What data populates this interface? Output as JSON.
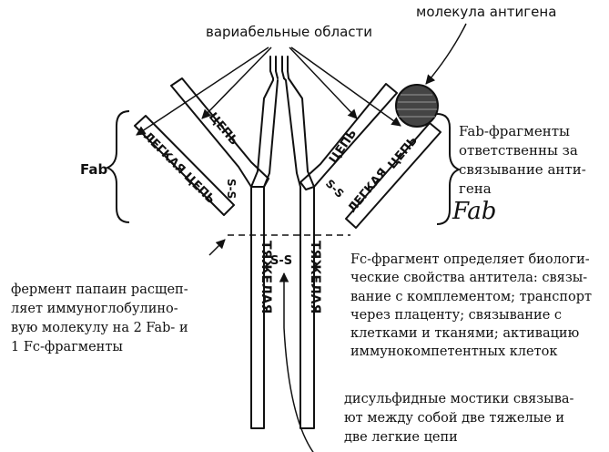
{
  "labels": {
    "variable_regions": "вариабельные области",
    "antigen_molecule": "молекула антигена",
    "fab_left": "Fab",
    "fab_right_hand": "Fab",
    "fab_desc": [
      "Fab-фрагменты",
      "ответственны за",
      "связывание анти-",
      "гена"
    ],
    "fc_desc": [
      "Fc-фрагмент определяет биологи-",
      "ческие свойства антитела: связы-",
      "вание с комплементом; транспорт",
      "через плаценту; связывание с",
      "клетками и тканями; активацию",
      "иммунокомпетентных клеток"
    ],
    "papain_desc": [
      "фермент папаин расщеп-",
      "ляет иммуноглобулино-",
      "вую молекулу на 2 Fab- и",
      "1 Fc-фрагменты"
    ],
    "disulfide_desc": [
      "дисульфидные мостики связыва-",
      "ют между собой две тяжелые и",
      "две легкие цепи"
    ]
  },
  "chains": {
    "heavy": "ТЯЖЕЛАЯ",
    "light": "ЛЕГКАЯ ЦЕПЬ",
    "light_short": "ЛЕГКАЯ",
    "chain_word": "ЦЕПЬ",
    "ss": "S-S"
  }
}
